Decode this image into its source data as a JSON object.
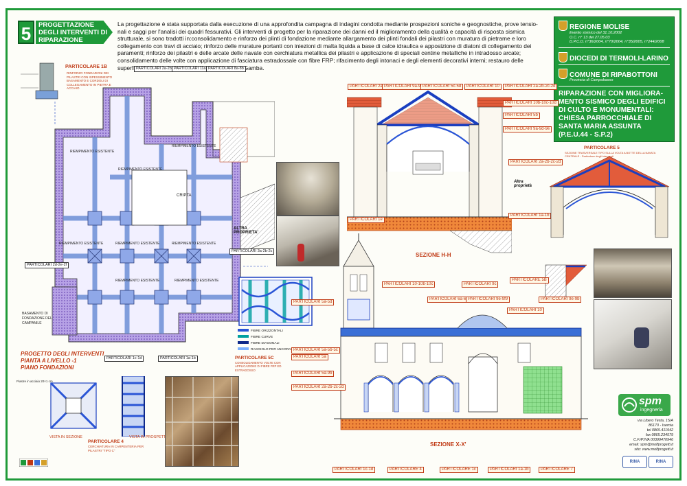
{
  "header": {
    "section_number": "5",
    "section_title": "PROGETTAZIONE DEGLI INTERVENTI DI RIPARAZIONE",
    "intro_text": "La progettazione è stata supportata dalla esecuzione di una approfondita campagna di indagini condotta mediante prospezioni soniche e geognostiche, prove tensio-nali e saggi per l'analisi dei quadri fessurativi. Gli interventi di progetto per la riparazione dei danni ed il miglioramento della qualità e capacità di risposta sismica strutturale, si sono tradotti in:consolidamento e rinforzo dei plinti di fondazione mediante allargamento dei plinti fondali dei pilastri con muratura di pietrame e loro collegamento con travi di acciaio; rinforzo delle murature portanti con iniezioni di malta liquida a base di calce idraulica e apposizione di diatoni di collegamento dei paramenti; rinforzo dei pilastri e delle arcate delle navate con cerchiatura metallica dei pilastri e applicazione di speciali centine metalliche in intradosso arcate; consolidamento delle volte con applicazione di fasciatura estradossale con fibre FRP; rifacimento degli intonaci e degli elementi decorativi interni; restauro delle superfici affrescate con le opere del pittore Paolo Gamba."
  },
  "right_panel": {
    "region": "REGIONE MOLISE",
    "region_notes": [
      "Evento sismico del 31.10.2002",
      "O.C. n° 13 del 27.05.03",
      "D.P.C.D. n°36/2004, n°70/2004, n°35/2005, n°244/2008"
    ],
    "diocese": "DIOCEDI DI TERMOLI-LARINO",
    "comune": "COMUNE DI RIPABOTTONI",
    "province": "Provincia di Campobasso",
    "project_title": "RIPARAZIONE CON MIGLIORA-MENTO SISMICO DEGLI EDIFICI DI CULTO E MONUMENTALI: CHIESA PARROCCHIALE DI SANTA MARIA ASSUNTA (P.E.U.44 - S.P.2)"
  },
  "logo": {
    "name": "spm",
    "sub": "ingegneria",
    "contact": [
      "via Libero Testa, 15/A",
      "86170 - Isernia",
      "tel 0865.411942",
      "fax 0865.234579",
      "C.F./P.IVA 00399470946",
      "email: spm@molfprogetti.it",
      "sito: www.molfprogetti.it"
    ],
    "cert": [
      "RINA",
      "RINA"
    ]
  },
  "plan": {
    "title": "PROGETTO DEGLI INTERVENTI",
    "subtitle1": "PIANTA A LIVELLO -1",
    "subtitle2": "PIANO FONDAZIONI",
    "rooms": [
      "RIEMPIMENTO ESISTENTE",
      "RIEMPIMENTO ESISTENTE",
      "CRIPTA",
      "RIEMPIMENTO ESISTENTE",
      "RIEMPIMENTO ESISTENTE",
      "RIEMPIMENTO ESISTENTE",
      "RIEMPIMENTO ESISTENTE",
      "RIEMPIMENTO ESISTENTE",
      "RIEMPIMENTO ESISTENTE"
    ],
    "altra": "ALTRA PROPRIETA'",
    "note_campanile": "BASAMENTO DI FONDAZIONE DEL CAMPANILE",
    "labels": [
      "PARTICOLARI 2a-2b-2c",
      "PARTICOLARI 11a-11b",
      "PARTICOLARI 8a-8b",
      "PARTICOLARI 3a-2b-2c",
      "PARTICOLARI 2d-2e-2f",
      "PARTICOLARI 1c-1d",
      "PARTICOLARI 1a-1b"
    ]
  },
  "details": {
    "particolare_1b": "PARTICOLARE 1B",
    "particolare_1b_desc": "RINFORZO FONDAZIONI DEI PILASTRI CON ISPESSIMENTO BASAMENTO E CORDOLI DI COLLEGAMENTO IN PIETRA E ACCIAIO",
    "particolare_4": "PARTICOLARE 4",
    "particolare_4_desc": "CERCHIATURA IN CARPENTERIA PER PILASTRI \"TIPO C\"",
    "vista_sezione": "VISTA IN SEZIONE",
    "vista_prospetto": "VISTA IN PROSPETTO",
    "particolare_5c": "PARTICOLARE 5C",
    "particolare_5c_desc": "CONSOLIDAMENTO VOLTE CON APPLICAZIONE DI FIBRE FRP ED ESTRADOSSO",
    "legend": [
      "FIBRE ORIZZONTALI",
      "FIBRE CURVE",
      "FIBRE DIAGONALI",
      "RAGGIOLO PER ANCORAGGIO NASTRI"
    ],
    "particolare_5": "PARTICOLARE 5",
    "particolare_5_desc": "SEZIONE TRASVERSALE TIPO SULLA VOLTA A BOTTE DELLA NAVATA CENTRALE - Particolare degli interventi"
  },
  "section_hh": {
    "label": "SEZIONE H-H",
    "altra": "Altra proprietà",
    "callouts": [
      "PARTICOLARI 2a-2b-2c-2d",
      "PARTICOLARI 9a-9d-9e",
      "PARTICOLARI 5c-5d",
      "PARTICOLARI 10",
      "PARTICOLARI 2a-2b-2c-2d",
      "PARTICOLARI 10b-10c-10d",
      "PARTICOLARI 5b",
      "PARTICOLARI 9a-9d-9e",
      "PARTICOLARI 2a-2b-2c-2d",
      "PARTICOLARI 1a-1b",
      "PARTICOLARI 1e"
    ]
  },
  "section_xx": {
    "label": "SEZIONE X-X'",
    "callouts": [
      "PARTICOLARI 5a-5d",
      "PARTICOLARI 10-10b-10c",
      "PARTICOLARI 6a-6b",
      "PARTICOLARI 9c",
      "PARTICOLARI 9e-9f9",
      "PARTICOLARI 10",
      "PARTICOLARE 5B",
      "PARTICOLARI 5a-5b-5c",
      "PARTICOLARI 5a",
      "PARTICOLARI 5a-9b",
      "PARTICOLARI 2a-2b-2c-2d",
      "PARTICOLARI 1c-1d",
      "PARTICOLARE 4",
      "PARTICOLARE 1c",
      "PARTICOLARI 1a-1b",
      "PARTICOLARI 9e-9b",
      "PARTICOLARE 7"
    ]
  },
  "colors": {
    "brand_green": "#1f9a3a",
    "callout_red": "#c03a15",
    "frp_blue": "#3b6fd6",
    "foundation_purple": "#7b4fbf"
  }
}
